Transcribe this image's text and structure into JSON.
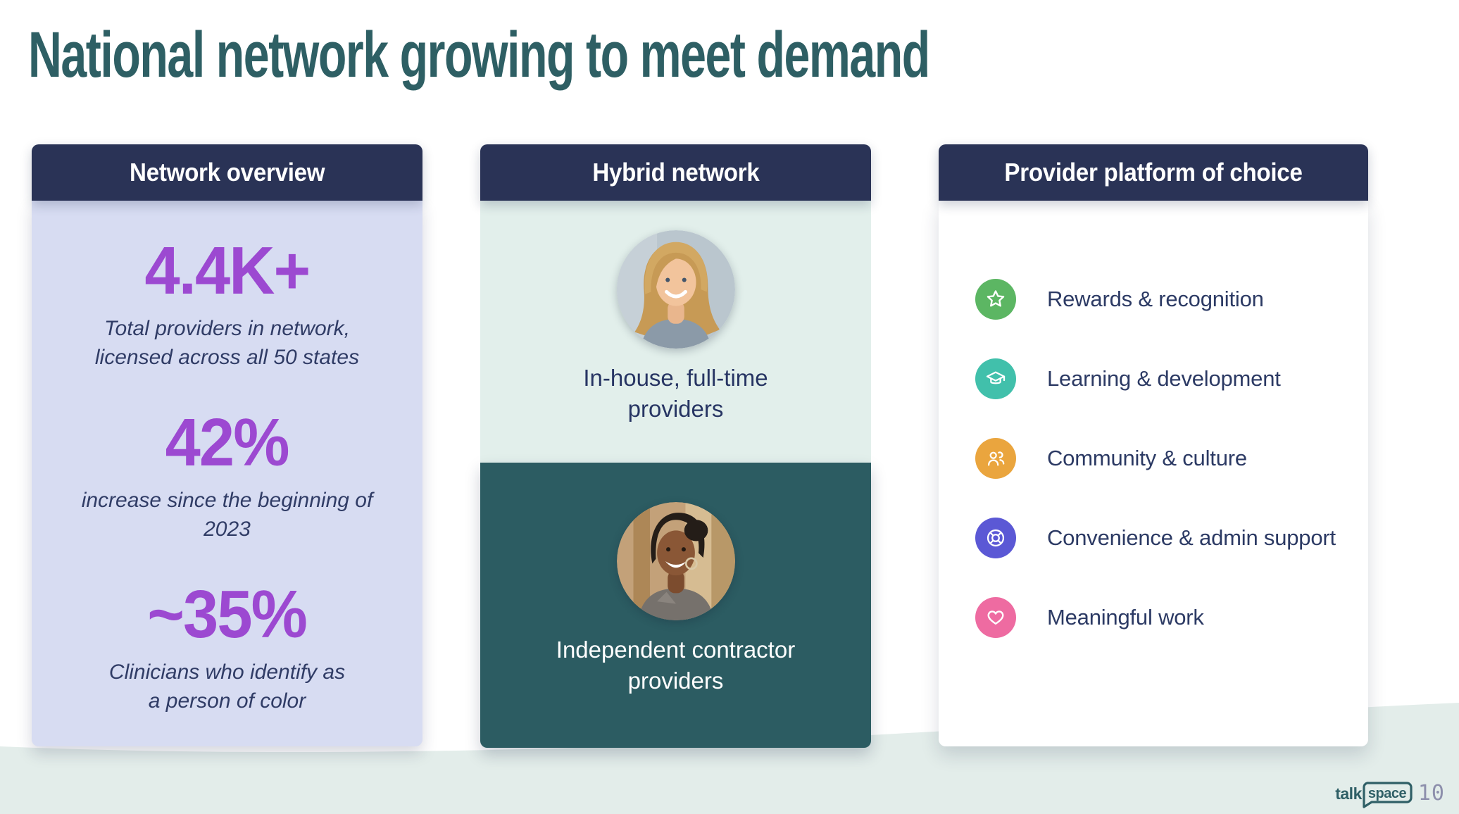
{
  "slide": {
    "title": "National network growing to meet demand",
    "page_number": "10",
    "logo": {
      "part1": "talk",
      "part2": "space"
    }
  },
  "cards": {
    "network_overview": {
      "header": "Network overview",
      "stats": [
        {
          "value": "4.4K+",
          "caption_line1": "Total providers in network,",
          "caption_line2": "licensed across all 50 states"
        },
        {
          "value": "42%",
          "caption_line1": "increase since the beginning of",
          "caption_line2": "2023"
        },
        {
          "value": "~35%",
          "caption_line1": "Clinicians who identify as",
          "caption_line2": "a person of color"
        }
      ]
    },
    "hybrid_network": {
      "header": "Hybrid network",
      "sections": [
        {
          "label_line1": "In-house, full-time",
          "label_line2": "providers",
          "avatar": "in-house-provider-photo"
        },
        {
          "label_line1": "Independent contractor",
          "label_line2": "providers",
          "avatar": "contractor-provider-photo"
        }
      ]
    },
    "provider_platform": {
      "header": "Provider platform of choice",
      "items": [
        {
          "icon": "star-icon",
          "icon_color": "#5cb663",
          "label": "Rewards & recognition"
        },
        {
          "icon": "graduation-cap-icon",
          "icon_color": "#41c0ab",
          "label": "Learning & development"
        },
        {
          "icon": "community-icon",
          "icon_color": "#eaa53e",
          "label": "Community & culture"
        },
        {
          "icon": "lifebuoy-icon",
          "icon_color": "#5b58d5",
          "label": "Convenience & admin support"
        },
        {
          "icon": "heart-icon",
          "icon_color": "#ee6ba1",
          "label": "Meaningful work"
        }
      ]
    }
  },
  "colors": {
    "title_teal": "#2e5f64",
    "header_navy": "#2a3356",
    "stat_purple": "#9c49d1",
    "caption_navy": "#303c66",
    "card1_lavender": "#d7dcf2",
    "card2_mint": "#e2efeb",
    "card2_teal": "#2c5c62",
    "wave_mint": "#e3edea",
    "page_number_gray": "#8d8fac"
  }
}
